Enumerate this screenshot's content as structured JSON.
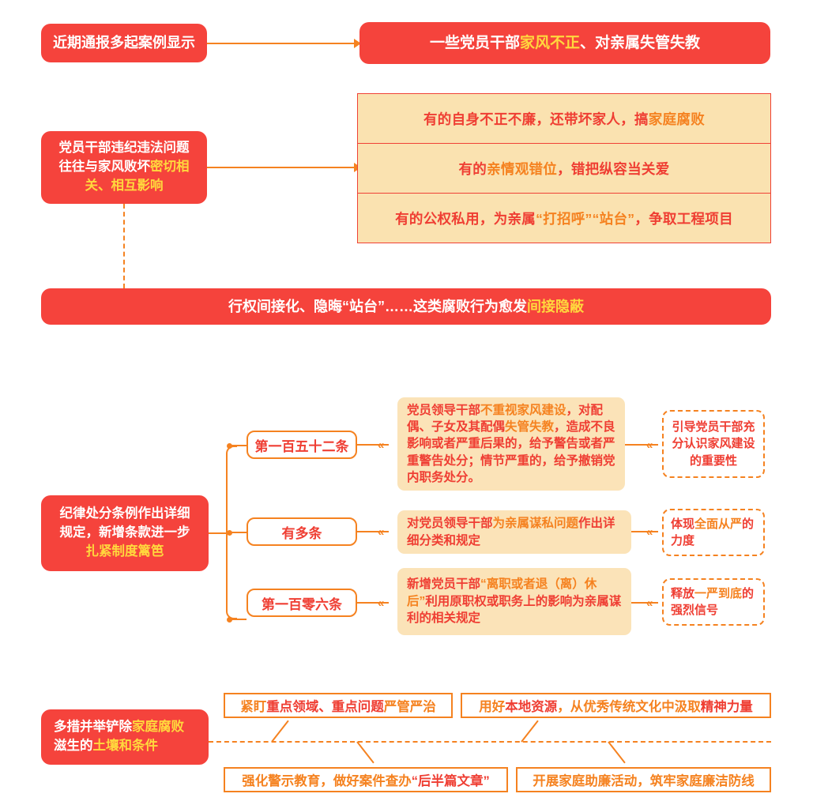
{
  "section1": {
    "source_label": "近期通报多起案例显示",
    "headline": {
      "part1": "一些党员干部",
      "highlight": "家风不正",
      "part2": "、对亲属失管失教"
    }
  },
  "section2": {
    "left_box": {
      "line1": "党员干部违纪违法问题",
      "line2_plain": "往往与家风败坏",
      "line2_highlight": "密切相",
      "line3_highlight": "关、相互影响"
    },
    "rows": [
      {
        "plain1": "有的自身不正不廉，还带坏家人，搞",
        "accent": "家庭腐败",
        "plain2": ""
      },
      {
        "plain1": "有的",
        "accent": "亲情观错位",
        "plain2": "，错把纵容当关爱"
      },
      {
        "plain1": "有的公权私用，为亲属",
        "accent": "“打招呼”“站台”",
        "plain2": "，争取工程项目"
      }
    ],
    "banner": {
      "part1": "行权间接化、隐晦“站台”……这类腐败行为愈发",
      "highlight": "间接隐蔽"
    }
  },
  "section3": {
    "left_box": {
      "line1": "纪律处分条例作出详细",
      "line2": "规定，新增条款进一步",
      "highlight": "扎紧制度篱笆"
    },
    "branches": [
      {
        "label": "第一百五十二条",
        "content": {
          "plain1": "党员领导干部",
          "accent1": "不重视家风建设",
          "plain2": "，对配偶、子女及其配偶",
          "accent2": "失管失教",
          "plain3": "，造成不良影响或者严重后果的，给予警告或者严重警告处分；情节严重的，给予撤销党内职务处分。"
        },
        "outcome": {
          "plain1": "引导党员干部充分认识家风建设的重要性",
          "accent": "",
          "plain2": ""
        }
      },
      {
        "label": "有多条",
        "content": {
          "plain1": "对党员领导干部",
          "accent1": "为亲属谋私问题",
          "plain2": "作出详细分类和规定",
          "accent2": "",
          "plain3": ""
        },
        "outcome": {
          "plain1": "体现",
          "accent": "全面从严",
          "plain2": "的力度"
        }
      },
      {
        "label": "第一百零六条",
        "content": {
          "plain1": "新增党员干部",
          "accent1": "“离职或者退（离）休后”",
          "plain2": "利用原职权或职务上的影响为亲属谋利的相关规定",
          "accent2": "",
          "plain3": ""
        },
        "outcome": {
          "plain1": "释放",
          "accent": "一严到底",
          "plain2": "的强烈信号"
        }
      }
    ]
  },
  "section4": {
    "left_box": {
      "plain1": "多措并举铲除",
      "highlight1": "家庭腐败",
      "plain2": "滋生的",
      "highlight2": "土壤和条件"
    },
    "measures": [
      {
        "a": "紧盯",
        "b": "重点领域、重点问题",
        "c": "严管严治",
        "d": ""
      },
      {
        "a": "用好",
        "b": "本地资源",
        "c": "，从优秀传统文化中汲取",
        "d": "精神力量"
      },
      {
        "a": "强化警示教育，做好案件查办",
        "b": "“后半篇文章”",
        "c": "",
        "d": ""
      },
      {
        "a": "开展家庭助廉活动，筑牢家庭廉洁防线",
        "b": "",
        "c": "",
        "d": ""
      }
    ]
  },
  "colors": {
    "red": "#f5433c",
    "orange": "#f58220",
    "yellow": "#ffd83d",
    "beige": "#fae2b0",
    "text_red": "#ef3e33"
  }
}
